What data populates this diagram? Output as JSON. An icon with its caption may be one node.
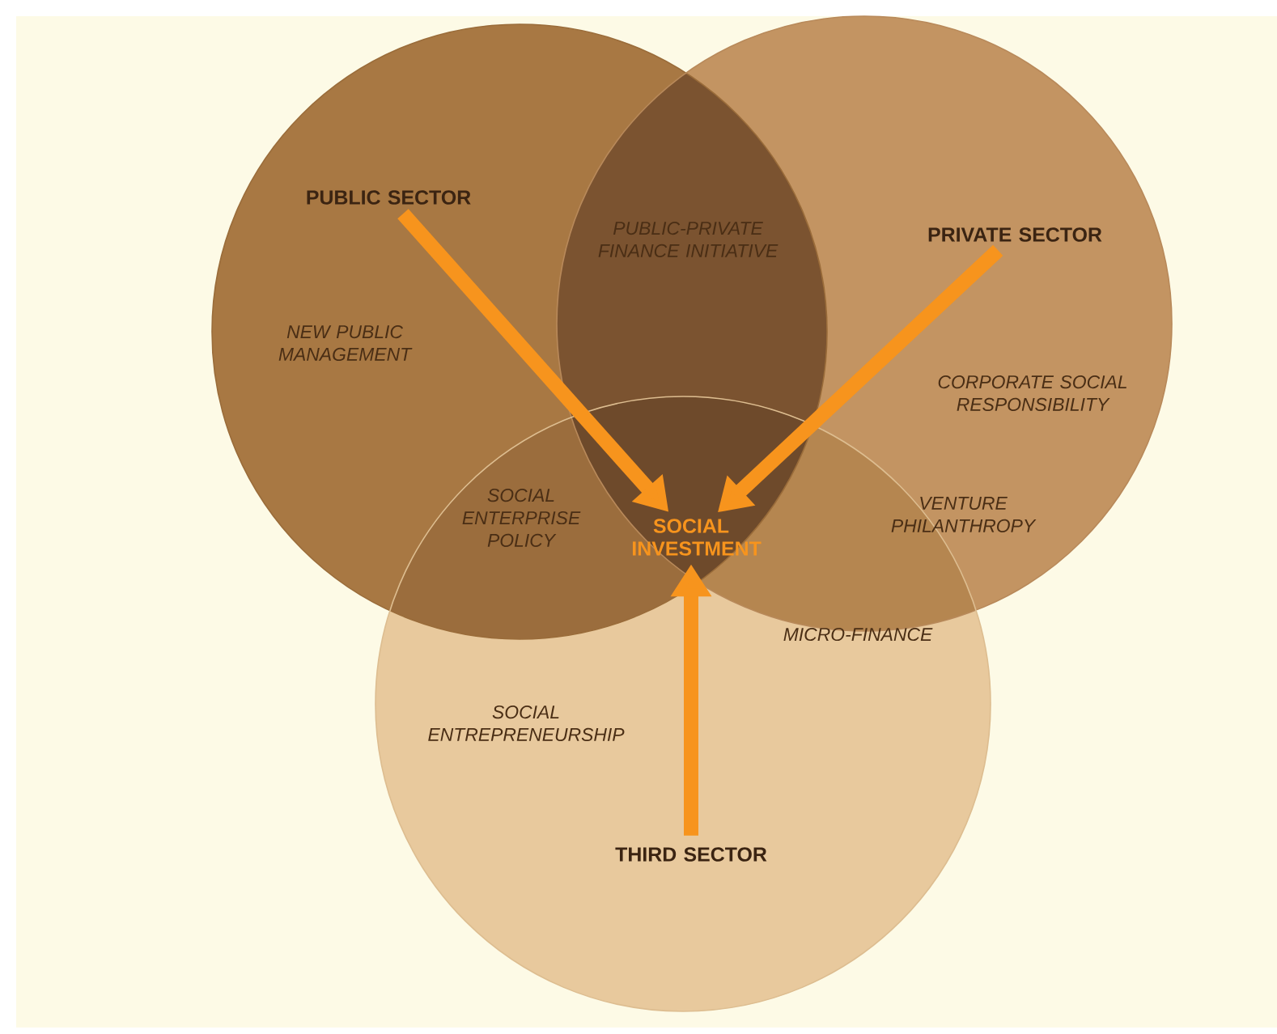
{
  "diagram": {
    "nodes": [
      {
        "text": [],
        "shape": "circle"
      },
      {
        "text": [],
        "shape": "circle"
      },
      {
        "text": [],
        "shape": "circle"
      },
      {
        "text": [
          "PUBLIC SECTOR"
        ],
        "in": 0
      },
      {
        "text": [
          "PRIVATE SECTOR"
        ],
        "in": 1
      },
      {
        "text": [
          "THIRD SECTOR"
        ],
        "in": 2
      },
      {
        "text": [
          "SOCIAL INVESTMENT"
        ]
      }
    ],
    "edges": [
      {
        "from": 3,
        "to": 6,
        "arrow": "to"
      },
      {
        "from": 4,
        "to": 6,
        "arrow": "to"
      },
      {
        "from": 5,
        "to": 6,
        "arrow": "to"
      }
    ],
    "labels": [
      "PUBLIC-PRIVATE FINANCE INITIATIVE",
      "NEW PUBLIC MANAGEMENT",
      "CORPORATE SOCIAL RESPONSIBILITY",
      "SOCIAL ENTERPRISE POLICY",
      "VENTURE PHILANTHROPY",
      "MICRO-FINANCE",
      "SOCIAL ENTREPRENEURSHIP"
    ]
  }
}
